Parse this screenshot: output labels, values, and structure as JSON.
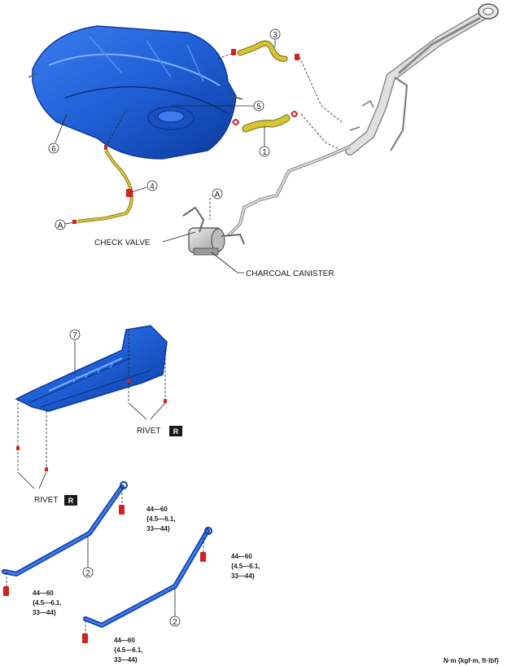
{
  "labels": {
    "check_valve": "CHECK VALVE",
    "charcoal_canister": "CHARCOAL CANISTER",
    "rivet": "RIVET",
    "rivet_badge": "R",
    "connector_a": "A",
    "unit_note": "N·m {kgf·m, ft·lbf}"
  },
  "callouts": {
    "n1": "1",
    "n2": "2",
    "n3": "3",
    "n4": "4",
    "n5": "5",
    "n6": "6",
    "n7": "7"
  },
  "torque": {
    "line1": "44—60",
    "line2": "{4.5—6.1,",
    "line3": "33—44}"
  },
  "colors": {
    "part_blue": "#1f5fd6",
    "part_blue_dark": "#0c3a9c",
    "hose_yellow": "#d9c531",
    "clip_red": "#d42020",
    "pipe_gray": "#c8c8c8",
    "badge_black": "#1a1a1a"
  }
}
